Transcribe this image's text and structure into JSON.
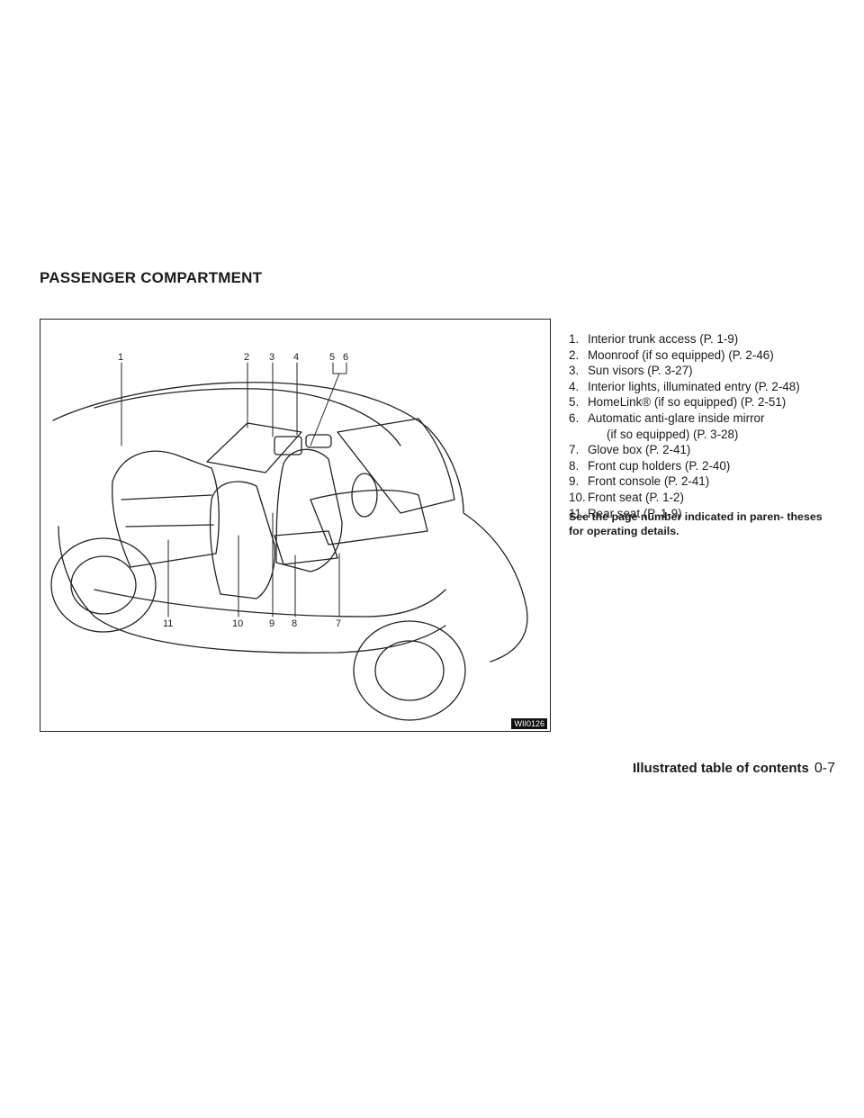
{
  "section": {
    "title": "PASSENGER COMPARTMENT"
  },
  "figure": {
    "code": "WII0126",
    "callouts": [
      "1",
      "2",
      "3",
      "4",
      "5",
      "6",
      "7",
      "8",
      "9",
      "10",
      "11"
    ]
  },
  "parts": [
    {
      "num": "1.",
      "text": "Interior trunk access (P. 1-9)"
    },
    {
      "num": "2.",
      "text": "Moonroof (if so equipped) (P. 2-46)"
    },
    {
      "num": "3.",
      "text": "Sun visors (P. 3-27)"
    },
    {
      "num": "4.",
      "text": "Interior lights, illuminated entry (P. 2-48)"
    },
    {
      "num": "5.",
      "text": "HomeLink® (if so equipped) (P. 2-51)"
    },
    {
      "num": "6.",
      "text": "Automatic anti-glare inside mirror",
      "sub": "(if so equipped) (P. 3-28)"
    },
    {
      "num": "7.",
      "text": "Glove box (P. 2-41)"
    },
    {
      "num": "8.",
      "text": "Front cup holders (P. 2-40)"
    },
    {
      "num": "9.",
      "text": "Front console (P. 2-41)"
    },
    {
      "num": "10.",
      "text": "Front seat (P. 1-2)"
    },
    {
      "num": "11.",
      "text": "Rear seat (P. 1-9)"
    }
  ],
  "note": "See the page number indicated in paren- theses for operating details.",
  "footer": {
    "title": "Illustrated table of contents",
    "page": "0-7"
  }
}
